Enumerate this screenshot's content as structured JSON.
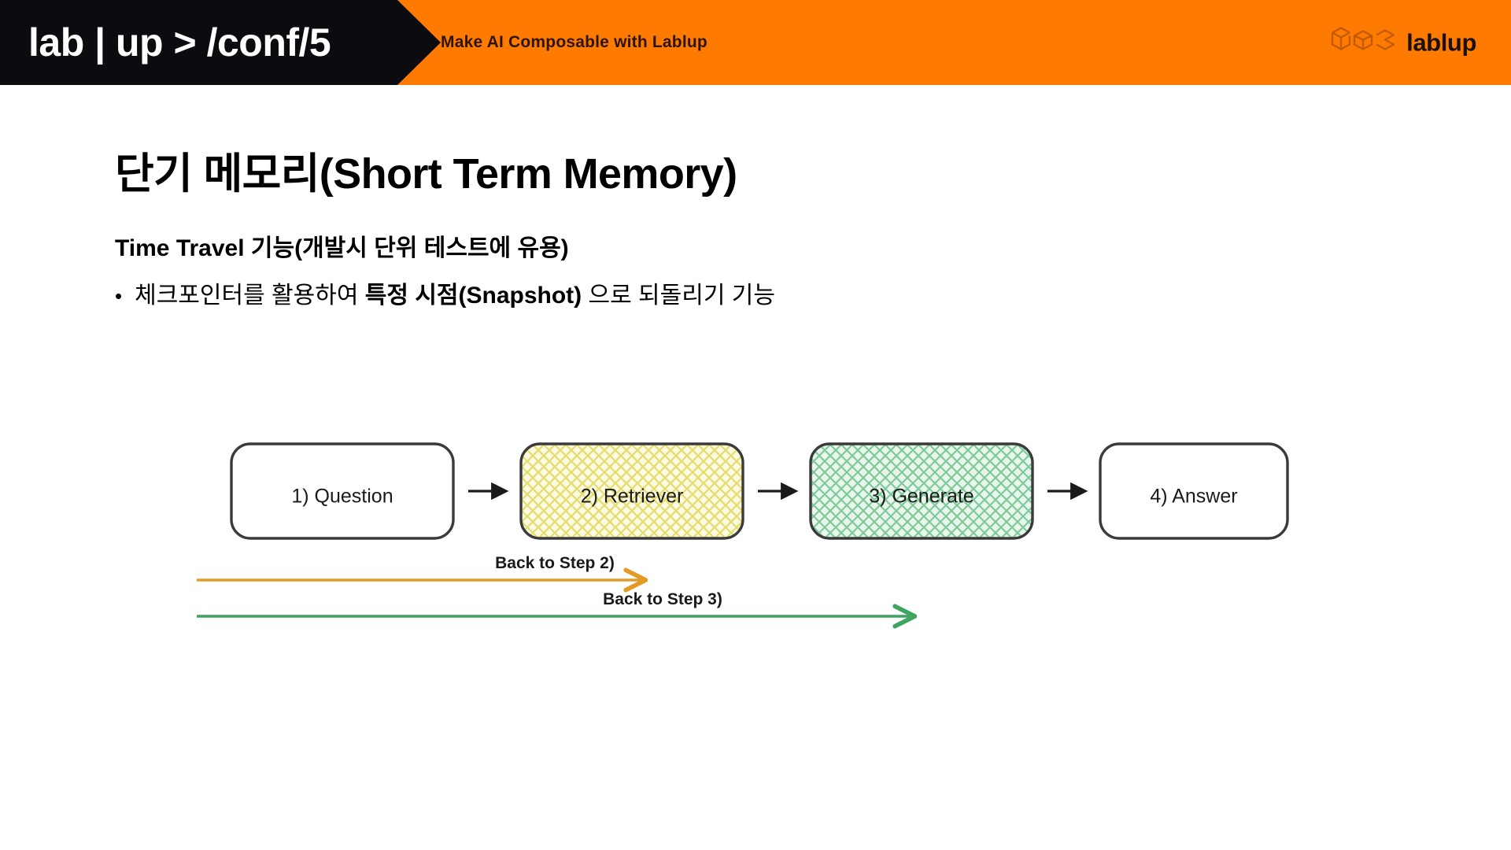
{
  "header": {
    "brand_logo_text": "lab | up > /conf/5",
    "tagline": "Make AI Composable with Lablup",
    "lablup_wordmark": "lablup",
    "colors": {
      "band": "#FF7A00",
      "black_shape": "#0B0B10",
      "tagline_text": "#2B1508",
      "logo_mark": "#C25A06"
    }
  },
  "slide": {
    "title": "단기 메모리(Short Term Memory)",
    "subheading": "Time Travel 기능(개발시 단위 테스트에 유용)",
    "bullet": {
      "marker": "•",
      "part1": "체크포인터를 활용하여 ",
      "emphasis": "특정 시점(Snapshot)",
      "part2": " 으로 되돌리기 기능"
    }
  },
  "diagram": {
    "type": "flowchart",
    "nodes": [
      {
        "id": "n1",
        "label": "1) Question",
        "fill": "none",
        "hatch": "none"
      },
      {
        "id": "n2",
        "label": "2) Retriever",
        "fill": "#FBFAE3",
        "hatch": "#E5DC6A"
      },
      {
        "id": "n3",
        "label": "3) Generate",
        "fill": "#E8F6EC",
        "hatch": "#7FC99A"
      },
      {
        "id": "n4",
        "label": "4) Answer",
        "fill": "none",
        "hatch": "none"
      }
    ],
    "flow_arrows": [
      {
        "from": "n1",
        "to": "n2"
      },
      {
        "from": "n2",
        "to": "n3"
      },
      {
        "from": "n3",
        "to": "n4"
      }
    ],
    "loop_arrows": [
      {
        "label": "Back to Step 2)",
        "color": "#E39B25"
      },
      {
        "label": "Back to Step 3)",
        "color": "#3FA45F"
      }
    ],
    "node_stroke": "#3A3A3A"
  }
}
